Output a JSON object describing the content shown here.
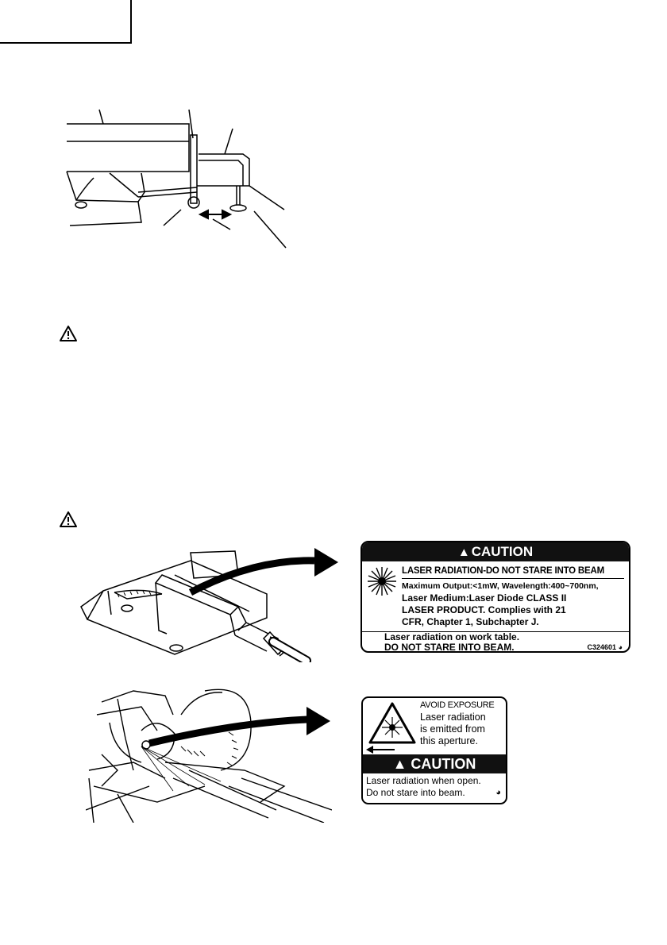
{
  "label1": {
    "heading": "CAUTION",
    "title": "LASER RADIATION-DO NOT STARE INTO BEAM",
    "spec": "Maximum Output:<1mW, Wavelength:400~700nm,",
    "medium": "Laser Medium:Laser Diode CLASS II",
    "product": "LASER PRODUCT. Complies with 21",
    "cfr": "CFR, Chapter 1, Subchapter J.",
    "foot1": "Laser radiation on work table.",
    "foot2": "DO NOT STARE INTO BEAM.",
    "code": "C324601"
  },
  "label2": {
    "line1": "AVOID EXPOSURE",
    "line2": "Laser radiation",
    "line3": "is emitted from",
    "line4": "this aperture.",
    "heading": "CAUTION",
    "line5": "Laser radiation when open.",
    "line6": "Do not stare into beam."
  }
}
